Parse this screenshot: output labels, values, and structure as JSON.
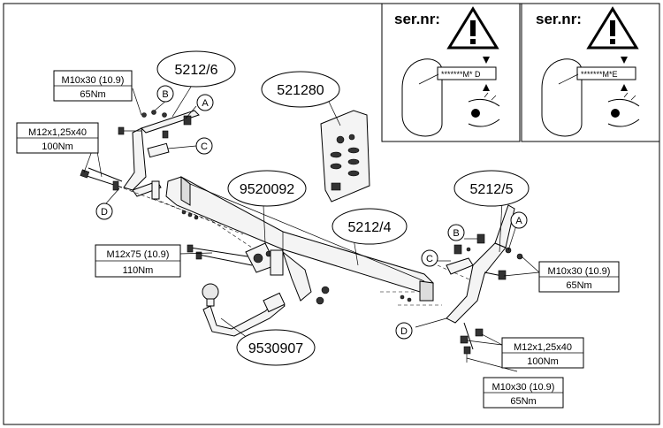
{
  "part_numbers": {
    "kit_left": "5212/6",
    "kit_right": "5212/5",
    "crossbar": "5212/4",
    "bolt_pack": "521280",
    "neck_mount": "9520092",
    "ball_neck": "9530907"
  },
  "specs": {
    "top_left_bolt": {
      "size": "M10x30 (10.9)",
      "torque": "65Nm"
    },
    "left_side_bolt": {
      "size": "M12x1,25x40",
      "torque": "100Nm"
    },
    "center_bolt": {
      "size": "M12x75 (10.9)",
      "torque": "110Nm"
    },
    "right_top_bolt": {
      "size": "M10x30 (10.9)",
      "torque": "65Nm"
    },
    "right_mid_bolt": {
      "size": "M12x1,25x40",
      "torque": "100Nm"
    },
    "right_bottom_bolt": {
      "size": "M10x30 (10.9)",
      "torque": "65Nm"
    }
  },
  "callouts": {
    "left": {
      "a": "A",
      "b": "B",
      "c": "C",
      "d": "D"
    },
    "right": {
      "a": "A",
      "b": "B",
      "c": "C",
      "d": "D"
    }
  },
  "serial_panels": [
    {
      "heading": "ser.nr:",
      "plate_text": "*******M* D"
    },
    {
      "heading": "ser.nr:",
      "plate_text": "*******M*E"
    }
  ]
}
